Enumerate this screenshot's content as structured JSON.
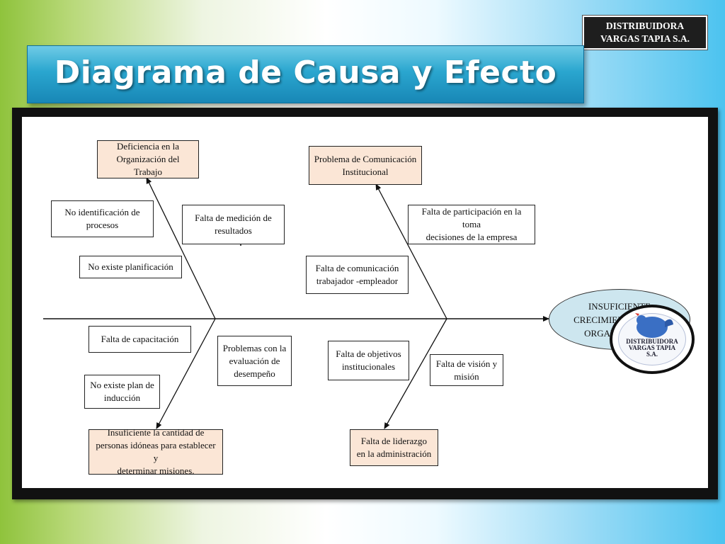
{
  "company": {
    "line1": "DISTRIBUIDORA",
    "line2": "VARGAS TAPIA S.A."
  },
  "title": "Diagrama de Causa y Efecto",
  "effect": {
    "line1": "INSUFICIENTE",
    "line2": "CRECIMIENTO DE LA",
    "line3": "ORGANIZACIÓN"
  },
  "categories": {
    "top_left": {
      "line1": "Deficiencia en la",
      "line2": "Organización del Trabajo"
    },
    "top_right": {
      "line1": "Problema de Comunicación",
      "line2": "Institucional"
    },
    "bottom_left": {
      "line1": "Insuficiente la cantidad  de",
      "line2": "personas idóneas para establecer y",
      "line3": "determinar misiones."
    },
    "bottom_right": {
      "line1": "Falta  de  liderazgo",
      "line2": "en la administración"
    }
  },
  "causes": {
    "no_identificacion": {
      "line1": "No identificación de",
      "line2": "procesos"
    },
    "falta_medicion": {
      "line1": "Falta de medición de",
      "line2": "resultados"
    },
    "no_planificacion": {
      "line1": "No existe planificación"
    },
    "falta_participacion": {
      "line1": "Falta de participación en la toma",
      "line2": "decisiones de la empresa"
    },
    "falta_comunicacion": {
      "line1": "Falta de comunicación",
      "line2": "trabajador -empleador"
    },
    "falta_capacitacion": {
      "line1": "Falta de capacitación"
    },
    "problemas_evaluacion": {
      "line1": "Problemas con la",
      "line2": "evaluación de",
      "line3": "desempeño"
    },
    "no_plan_induccion": {
      "line1": "No existe plan de",
      "line2": "inducción"
    },
    "falta_objetivos": {
      "line1": "Falta de objetivos",
      "line2": "institucionales"
    },
    "falta_vision": {
      "line1": "Falta de visión y",
      "line2": "misión"
    }
  },
  "logo": {
    "line1": "DISTRIBUIDORA",
    "line2": "VARGAS TAPIA",
    "line3": "S.A."
  },
  "colors": {
    "title_banner": "#2aa6cf",
    "category_fill": "#fbe6d6",
    "effect_fill": "#cde6ef",
    "frame": "#111111"
  }
}
